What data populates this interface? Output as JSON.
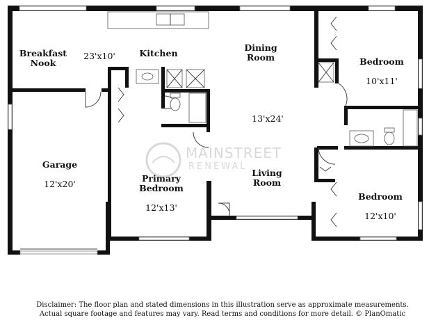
{
  "rooms": {
    "breakfast_nook": {
      "label": "Breakfast\nNook"
    },
    "kitchen": {
      "label": "Kitchen",
      "dimensions": "23'x10'"
    },
    "dining_room": {
      "label": "Dining\nRoom"
    },
    "bedroom_ne": {
      "label": "Bedroom",
      "dimensions": "10'x11'"
    },
    "center": {
      "dimensions": "13'x24'"
    },
    "garage": {
      "label": "Garage",
      "dimensions": "12'x20'"
    },
    "living_room": {
      "label": "Living\nRoom"
    },
    "primary_bedroom": {
      "label": "Primary\nBedroom",
      "dimensions": "12'x13'"
    },
    "bedroom_se": {
      "label": "Bedroom",
      "dimensions": "12'x10'"
    }
  },
  "watermark": {
    "line1": "MAINSTREET",
    "line2": "RENEWAL"
  },
  "disclaimer": {
    "line1": "Disclaimer: The floor plan and stated dimensions in this illustration serve as approximate measurements.",
    "line2": "Actual square footage and features may vary. Read terms and conditions for more detail. © PlanOmatic"
  }
}
